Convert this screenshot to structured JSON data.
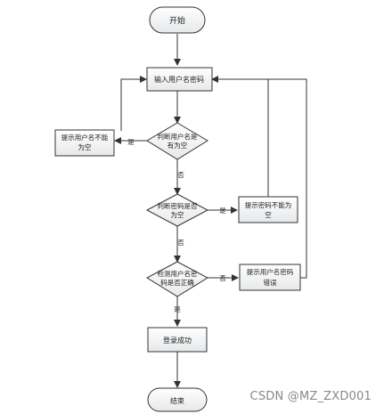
{
  "flowchart": {
    "start_label": "开始",
    "end_label": "结束",
    "input_step": "输入用户名密码",
    "check_empty_both": [
      "判断用户名是",
      "有为空"
    ],
    "check_empty_password": [
      "判断密码是否",
      "为空"
    ],
    "check_correct": [
      "检测用户名密",
      "码是否正确"
    ],
    "prompt_both_empty": [
      "提示用户名不能",
      "为空"
    ],
    "prompt_password_empty": [
      "提示密码不能为",
      "空"
    ],
    "prompt_wrong": [
      "提示用户名密码",
      "错误"
    ],
    "success_step": "登录成功",
    "yes_label": "是",
    "no_label": "否"
  },
  "watermark": "CSDN @MZ_ZXD001"
}
